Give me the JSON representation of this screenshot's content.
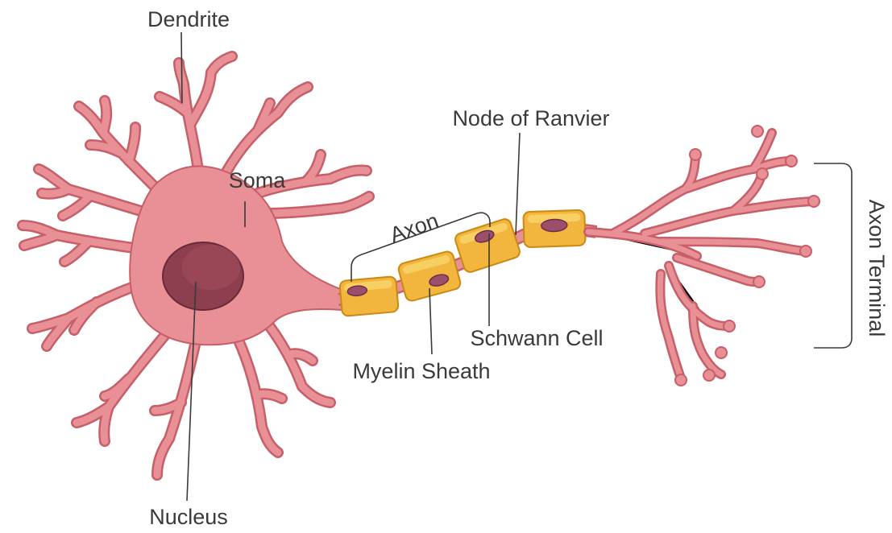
{
  "labels": {
    "dendrite": "Dendrite",
    "soma": "Soma",
    "nucleus": "Nucleus",
    "axon": "Axon",
    "node_of_ranvier": "Node of Ranvier",
    "schwann_cell": "Schwann Cell",
    "myelin_sheath": "Myelin Sheath",
    "axon_terminal": "Axon Terminal"
  },
  "colors": {
    "neuron_body": "#e89096",
    "neuron_outline": "#c75f68",
    "nucleus": "#8e3f4f",
    "myelin": "#f2b53d",
    "schwann_nucleus": "#9c4f6a",
    "label_text": "#3a3a3a"
  }
}
